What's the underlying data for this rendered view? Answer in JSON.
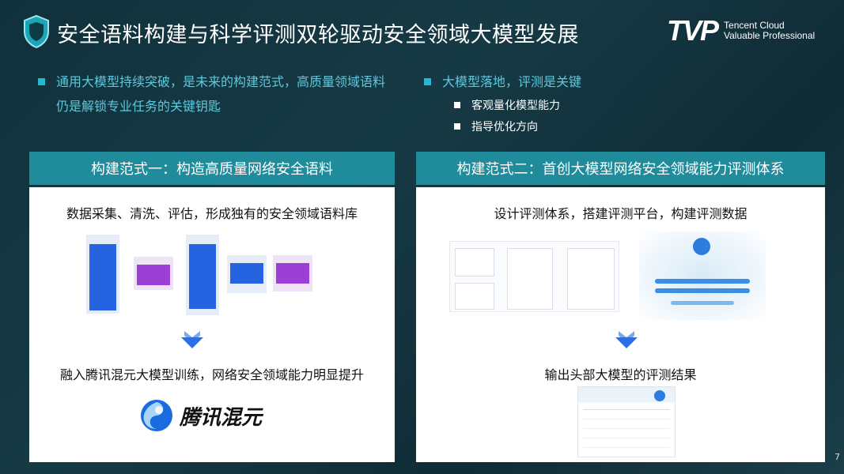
{
  "header": {
    "title": "安全语料构建与科学评测双轮驱动安全领域大模型发展",
    "logo": {
      "mark": "TVP",
      "line1": "Tencent Cloud",
      "line2": "Valuable Professional"
    }
  },
  "bullets_left": {
    "text": "通用大模型持续突破，是未来的构建范式，高质量领域语料仍是解锁专业任务的关键钥匙"
  },
  "bullets_right": {
    "text": "大模型落地，评测是关键",
    "subs": [
      "客观量化模型能力",
      "指导优化方向"
    ]
  },
  "panel_left": {
    "header": "构建范式一：构造高质量网络安全语料",
    "top_text": "数据采集、清洗、评估，形成独有的安全领域语料库",
    "bottom_text": "融入腾讯混元大模型训练，网络安全领域能力明显提升",
    "brand": "腾讯混元"
  },
  "panel_right": {
    "header": "构建范式二：首创大模型网络安全领域能力评测体系",
    "top_text": "设计评测体系，搭建评测平台，构建评测数据",
    "bottom_text": "输出头部大模型的评测结果"
  },
  "colors": {
    "accent": "#1f8b9b",
    "bullet": "#27b8cf",
    "arrow": "#2a6fe8"
  },
  "page_number": "7"
}
